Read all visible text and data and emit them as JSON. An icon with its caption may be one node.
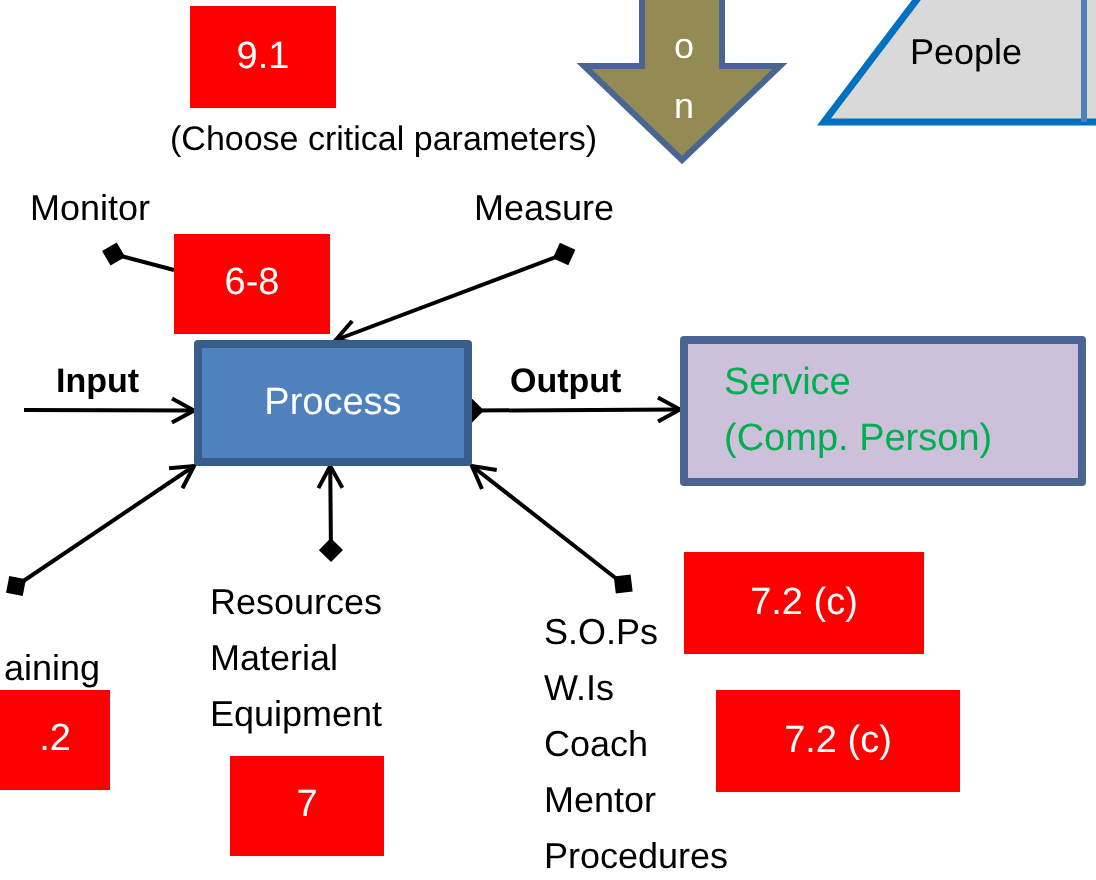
{
  "diagram": {
    "nodes": [
      {
        "text": [
          "9.1"
        ]
      },
      {
        "text": [
          "Monitor"
        ]
      },
      {
        "text": [
          "Measure"
        ]
      },
      {
        "text": [
          "Process"
        ]
      },
      {
        "text": [
          "6-8"
        ]
      },
      {
        "text": [
          "Service",
          "(Comp. Person)"
        ]
      },
      {
        "text": [
          "aining"
        ]
      },
      {
        "text": [
          ".2"
        ]
      },
      {
        "text": [
          "Resources",
          "Material",
          "Equipment"
        ]
      },
      {
        "text": [
          "7"
        ]
      },
      {
        "text": [
          "S.O.Ps",
          "W.Is",
          "Coach",
          "Mentor",
          "Procedures"
        ]
      },
      {
        "text": [
          "7.2 (c)"
        ]
      },
      {
        "text": [
          "7.2 (c)"
        ]
      },
      {
        "text": [
          "on"
        ]
      },
      {
        "text": [
          "People"
        ]
      }
    ],
    "edges": [
      {
        "from": 1,
        "to": 4,
        "arrow": "other"
      },
      {
        "from": 2,
        "to": 3,
        "arrow": "to"
      },
      {
        "from": 6,
        "to": 3,
        "arrow": "to"
      },
      {
        "from": 8,
        "to": 3,
        "arrow": "to"
      },
      {
        "from": 10,
        "to": 3,
        "arrow": "to"
      },
      {
        "from": null,
        "to": 3,
        "arrow": "to",
        "label": "Input"
      },
      {
        "from": 3,
        "to": 5,
        "arrow": "to",
        "label": "Output"
      }
    ],
    "labels": [
      "(Choose critical parameters)"
    ]
  }
}
